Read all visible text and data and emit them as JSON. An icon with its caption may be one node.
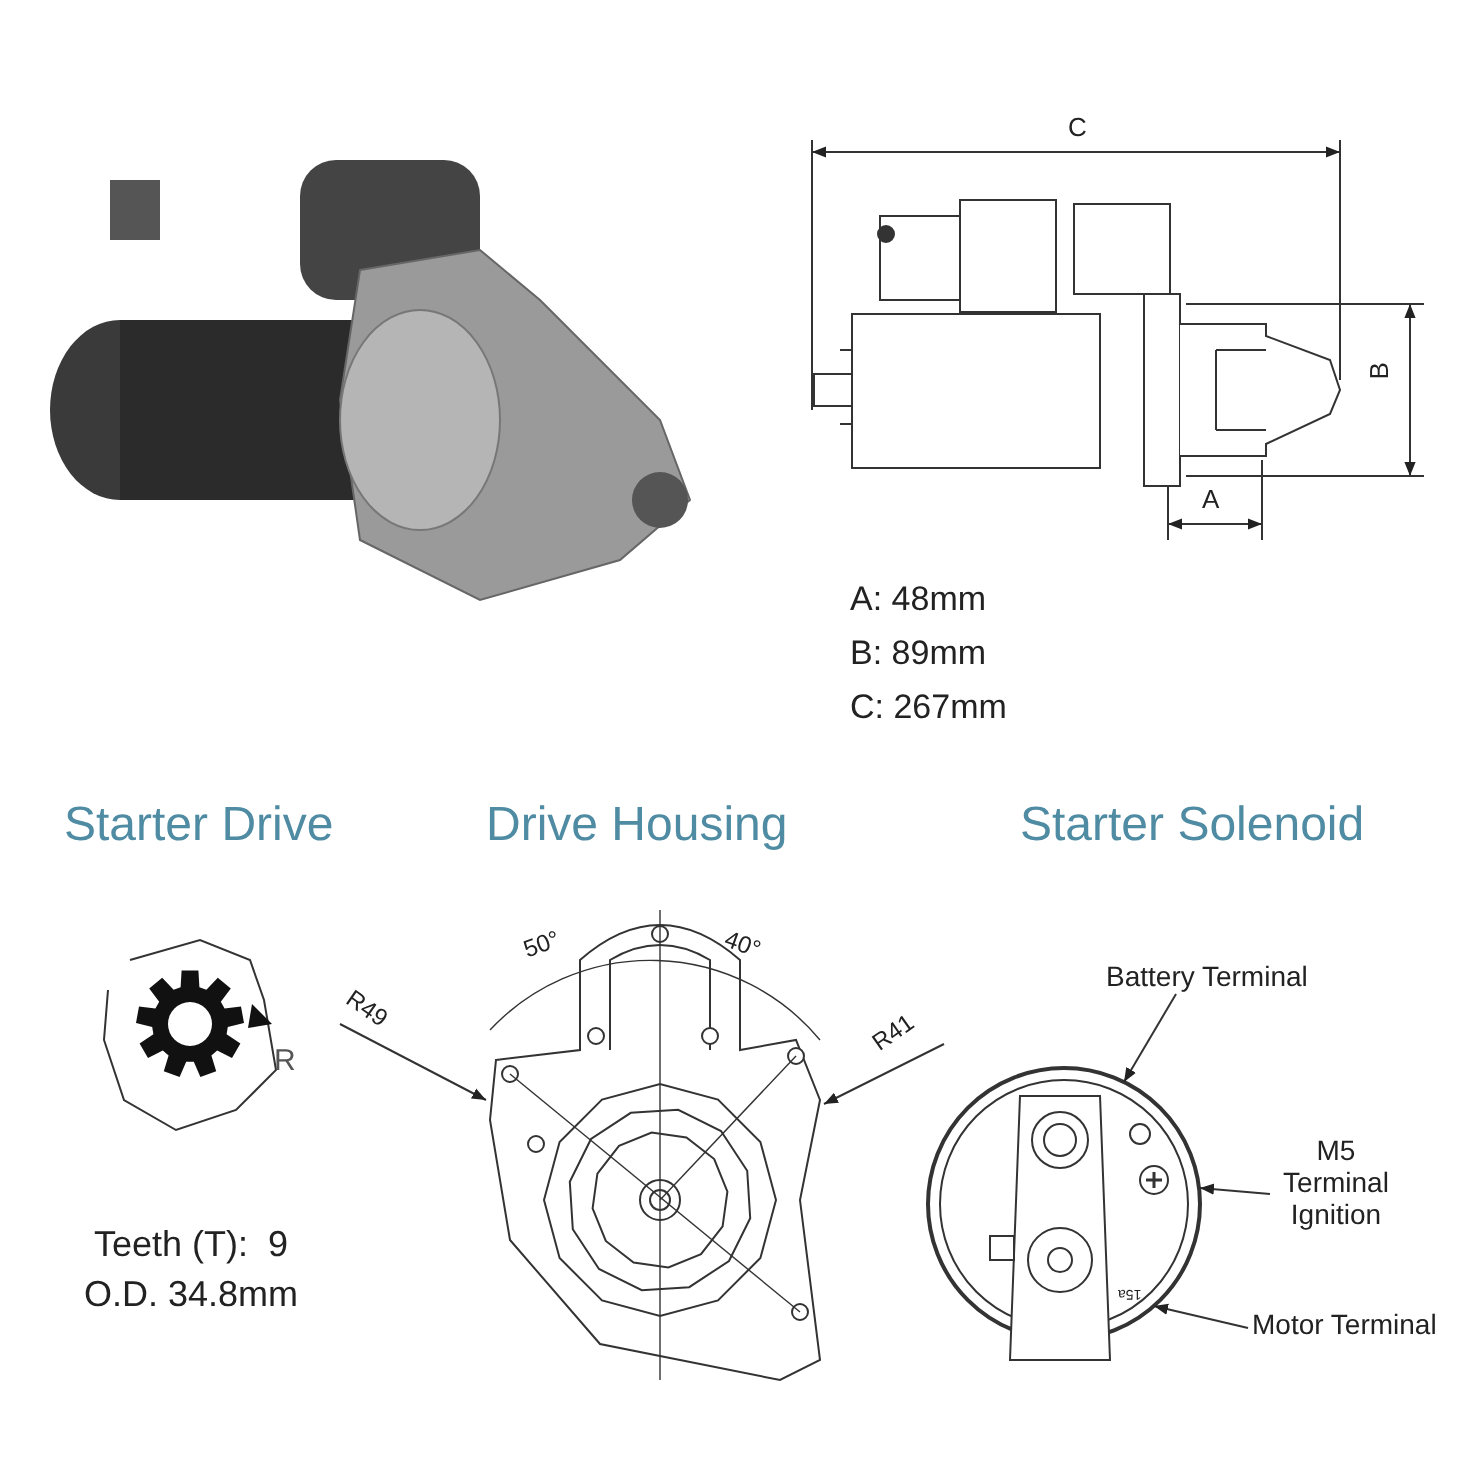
{
  "diagram": {
    "nodes": [
      {
        "text": [
          "Battery Terminal"
        ]
      },
      {
        "text": [],
        "shape": "picture"
      },
      {
        "text": [
          "M5 Terminal Ignition"
        ]
      },
      {
        "text": [
          "Motor Terminal"
        ]
      }
    ],
    "edges": [
      {
        "from": 0,
        "to": 1,
        "arrow": "to"
      },
      {
        "from": 2,
        "to": 1,
        "arrow": "to"
      },
      {
        "from": 3,
        "to": 1,
        "arrow": "to"
      }
    ],
    "labels": [
      "C",
      "B",
      "A",
      "A: 48mm",
      "B: 89mm",
      "C: 267mm",
      "Starter Drive",
      "Drive Housing",
      "Starter Solenoid",
      "R",
      "50°",
      "40°",
      "R49",
      "R41",
      "15a",
      "Teeth (T):  9",
      "O.D. 34.8mm"
    ]
  }
}
